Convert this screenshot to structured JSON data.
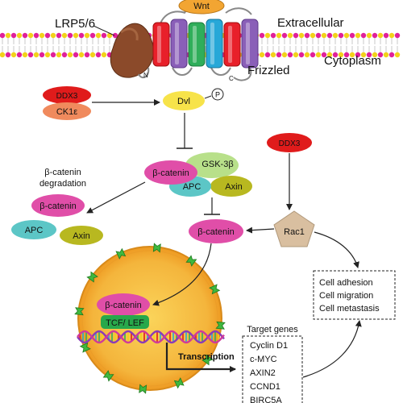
{
  "labels": {
    "wnt": "Wnt",
    "lrp": "LRP5/6",
    "extracellular": "Extracellular",
    "cytoplasm": "Cytoplasm",
    "frizzled": "Frizzled",
    "n_term": "N",
    "c_term": "C",
    "ddx3_top": "DDX3",
    "ck1e": "CK1ε",
    "dvl": "Dvl",
    "phospho": "P",
    "ddx3_right": "DDX3",
    "bcat_degradation_line1": "β-catenin",
    "bcat_degradation_line2": "degradation",
    "bcat_complex": "β-catenin",
    "gsk3b": "GSK-3β",
    "apc_complex": "APC",
    "axin_complex": "Axin",
    "bcat_degraded": "β-catenin",
    "apc_free": "APC",
    "axin_free": "Axin",
    "bcat_free": "β-catenin",
    "rac1": "Rac1",
    "bcat_nucleus": "β-catenin",
    "tcf_lef": "TCF/ LEF",
    "transcription": "Transcription",
    "target_title": "Target genes",
    "target_genes": [
      "Cyclin D1",
      "c-MYC",
      "AXIN2",
      "CCND1",
      "BIRC5A"
    ],
    "outcomes": [
      "Cell adhesion",
      "Cell migration",
      "Cell metastasis"
    ]
  },
  "colors": {
    "membrane_head_pink": "#e0209a",
    "membrane_head_yellow": "#f2d21a",
    "ddx3": "#e01b1b",
    "ck1e": "#f08a5d",
    "dvl": "#f7e34a",
    "bcat": "#e04ea8",
    "gsk3b": "#b8e08a",
    "apc": "#5cc6c6",
    "axin": "#b8b820",
    "rac1": "#d9bfa0",
    "nucleus_outer": "#f2a532",
    "nucleus_inner": "#f7c64a",
    "tcf": "#27a84b",
    "lrp": "#8b4a2a",
    "wnt": "#f2a532"
  }
}
